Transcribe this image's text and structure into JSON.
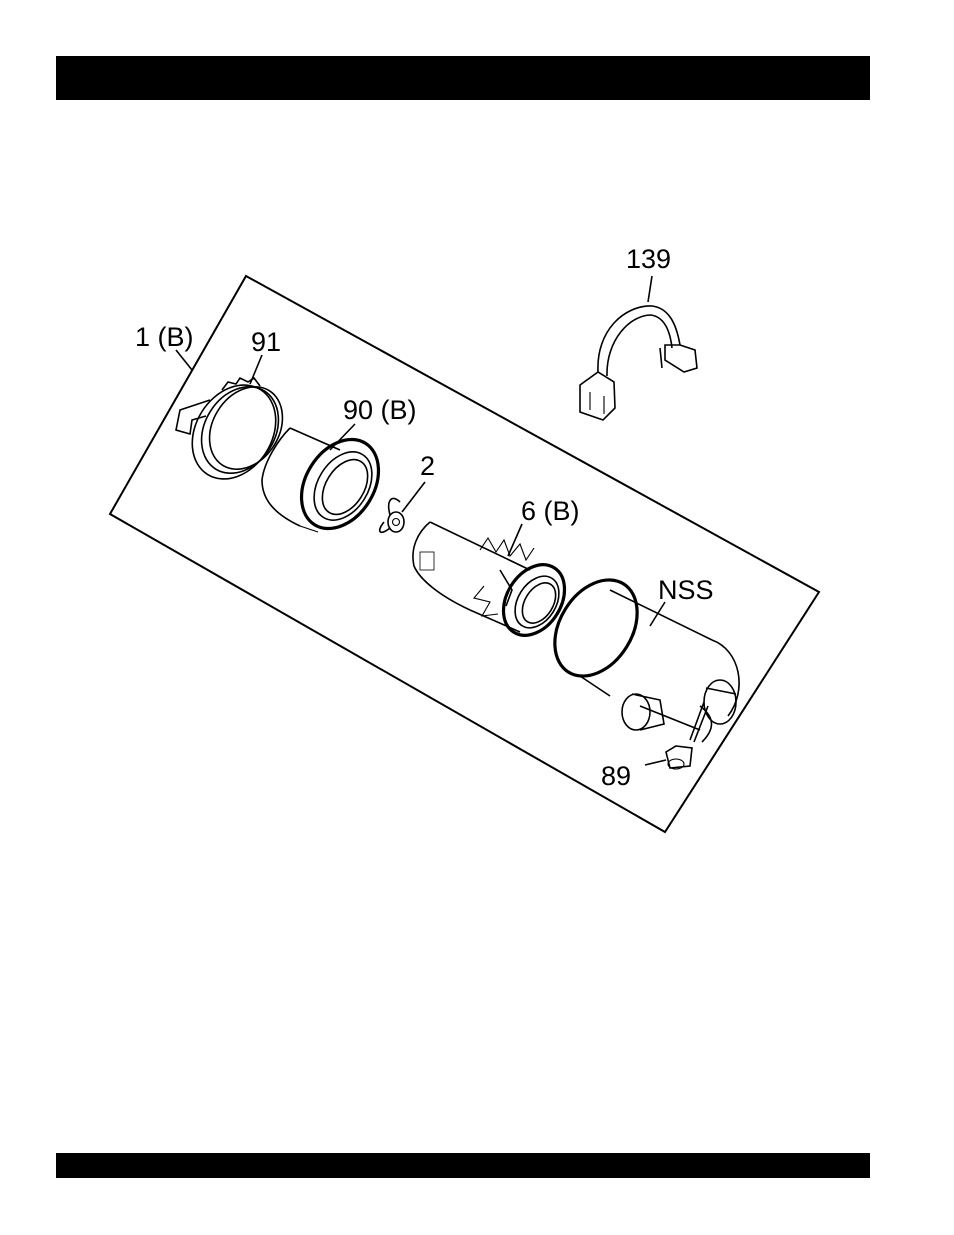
{
  "diagram": {
    "labels": {
      "l139": "139",
      "l1b": "1 (B)",
      "l91": "91",
      "l90b": "90 (B)",
      "l2": "2",
      "l6b": "6 (B)",
      "lnss": "NSS",
      "l89": "89"
    }
  }
}
